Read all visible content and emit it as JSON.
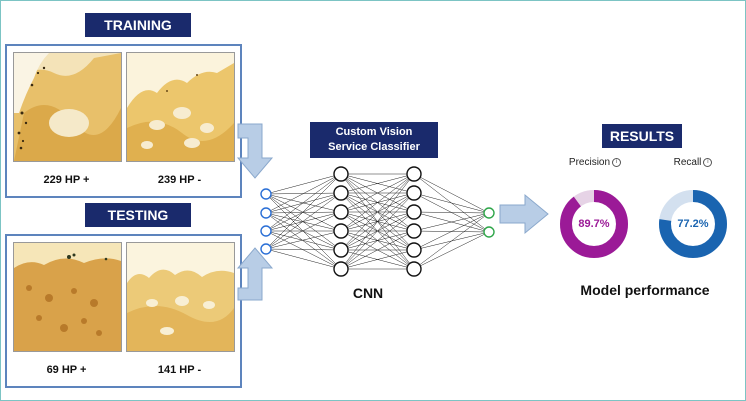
{
  "training": {
    "title": "TRAINING",
    "left_label": "229 HP +",
    "right_label": "239 HP -"
  },
  "testing": {
    "title": "TESTING",
    "left_label": "69 HP +",
    "right_label": "141 HP -"
  },
  "classifier": {
    "title_line1": "Custom Vision",
    "title_line2": "Service Classifier",
    "network_label": "CNN"
  },
  "results": {
    "title": "RESULTS",
    "precision_label": "Precision",
    "precision_value": "89.7%",
    "precision_fraction": 0.897,
    "precision_color": "#9b1a97",
    "recall_label": "Recall",
    "recall_value": "77.2%",
    "recall_fraction": 0.772,
    "recall_color": "#1a64b0",
    "footer": "Model performance"
  },
  "colors": {
    "header_bg": "#1a2a6c",
    "panel_border": "#5d84bd",
    "arrow_fill": "#b8cde6",
    "input_node": "#2a6fd6",
    "output_node": "#2fa64a"
  }
}
